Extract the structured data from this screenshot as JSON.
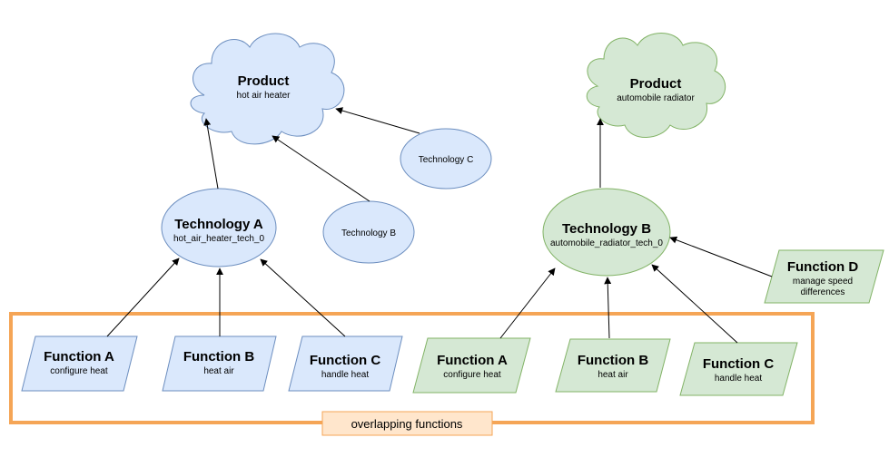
{
  "colors": {
    "blue_fill": "#dae8fc",
    "blue_stroke": "#6c8ebf",
    "green_fill": "#d5e8d4",
    "green_stroke": "#82b366",
    "orange_stroke": "#f5a556",
    "label_fill": "#ffe6cc",
    "label_stroke": "#f5a556"
  },
  "left": {
    "product": {
      "title": "Product",
      "subtitle": "hot air heater",
      "shape": "cloud"
    },
    "technology_a": {
      "title": "Technology A",
      "subtitle": "hot_air_heater_tech_0"
    },
    "technology_b": {
      "label": "Technology B"
    },
    "technology_c": {
      "label": "Technology C"
    },
    "functions": [
      {
        "title": "Function A",
        "subtitle": "configure heat"
      },
      {
        "title": "Function B",
        "subtitle": "heat air"
      },
      {
        "title": "Function C",
        "subtitle": "handle heat"
      }
    ]
  },
  "right": {
    "product": {
      "title": "Product",
      "subtitle": "automobile radiator",
      "shape": "cloud"
    },
    "technology_b": {
      "title": "Technology B",
      "subtitle": "automobile_radiator_tech_0"
    },
    "functions": [
      {
        "title": "Function A",
        "subtitle": "configure heat"
      },
      {
        "title": "Function B",
        "subtitle": "heat air"
      },
      {
        "title": "Function C",
        "subtitle": "handle heat"
      }
    ],
    "function_d": {
      "title": "Function D",
      "subtitle_line1": "manage speed",
      "subtitle_line2": "differences"
    }
  },
  "overlap": {
    "label": "overlapping functions"
  }
}
